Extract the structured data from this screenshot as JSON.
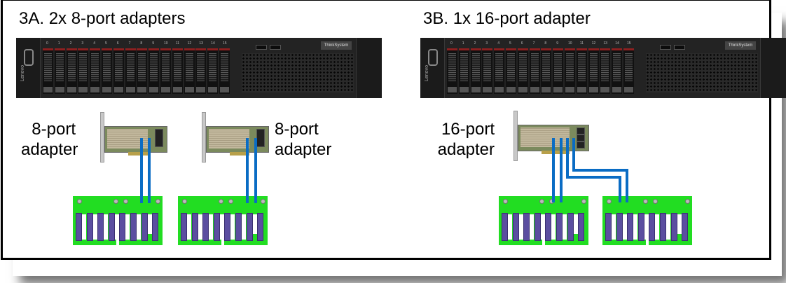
{
  "panels": [
    {
      "id": "3A",
      "title": "3A. 2x 8-port adapters",
      "adapters": [
        {
          "label_line1": "8-port",
          "label_line2": "adapter",
          "ports": 8
        },
        {
          "label_line1": "8-port",
          "label_line2": "adapter",
          "ports": 8
        }
      ],
      "backplanes": 2
    },
    {
      "id": "3B",
      "title": "3B. 1x 16-port adapter",
      "adapters": [
        {
          "label_line1": "16-port",
          "label_line2": "adapter",
          "ports": 16
        }
      ],
      "backplanes": 2
    }
  ],
  "server": {
    "brand": "ThinkSystem",
    "vendor": "Lenovo",
    "bay_numbers": [
      "0",
      "1",
      "2",
      "3",
      "4",
      "5",
      "6",
      "7",
      "8",
      "9",
      "10",
      "11",
      "12",
      "13",
      "14",
      "15"
    ]
  },
  "colors": {
    "cable": "#0a6cc4",
    "backplane": "#22dd22",
    "connector": "#5b4ea0",
    "drive_bay_accent": "#8d2020"
  }
}
